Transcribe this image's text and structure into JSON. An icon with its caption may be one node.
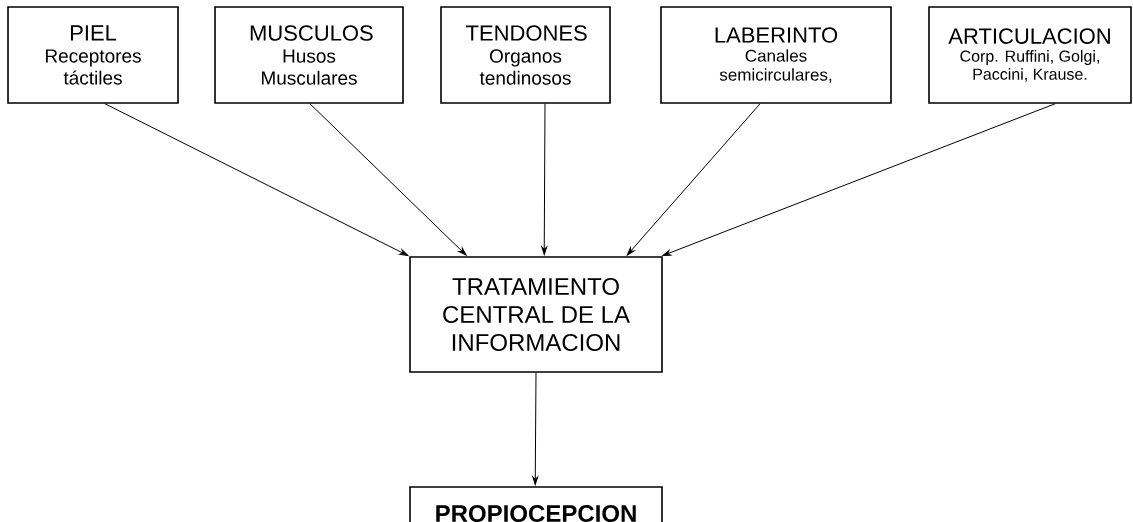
{
  "diagram": {
    "nodes": [
      {
        "text": [
          "PIEL",
          "Receptores táctiles"
        ]
      },
      {
        "text": [
          "MUSCULOS",
          "Husos Musculares"
        ]
      },
      {
        "text": [
          "TENDONES",
          "Organos tendinosos"
        ]
      },
      {
        "text": [
          "LABERINTO",
          "Canales semicirculares,"
        ]
      },
      {
        "text": [
          "ARTICULACION",
          "Corp. Ruffini, Golgi, Paccini, Krause."
        ]
      },
      {
        "text": [
          "TRATAMIENTO CENTRAL DE LA INFORMACION"
        ]
      },
      {
        "text": [
          "PROPIOCEPCION"
        ]
      }
    ],
    "edges": [
      {
        "from": 0,
        "to": 5,
        "arrow": "to"
      },
      {
        "from": 1,
        "to": 5,
        "arrow": "to"
      },
      {
        "from": 2,
        "to": 5,
        "arrow": "to"
      },
      {
        "from": 3,
        "to": 5,
        "arrow": "to"
      },
      {
        "from": 4,
        "to": 5,
        "arrow": "to"
      },
      {
        "from": 5,
        "to": 6,
        "arrow": "to"
      }
    ]
  }
}
